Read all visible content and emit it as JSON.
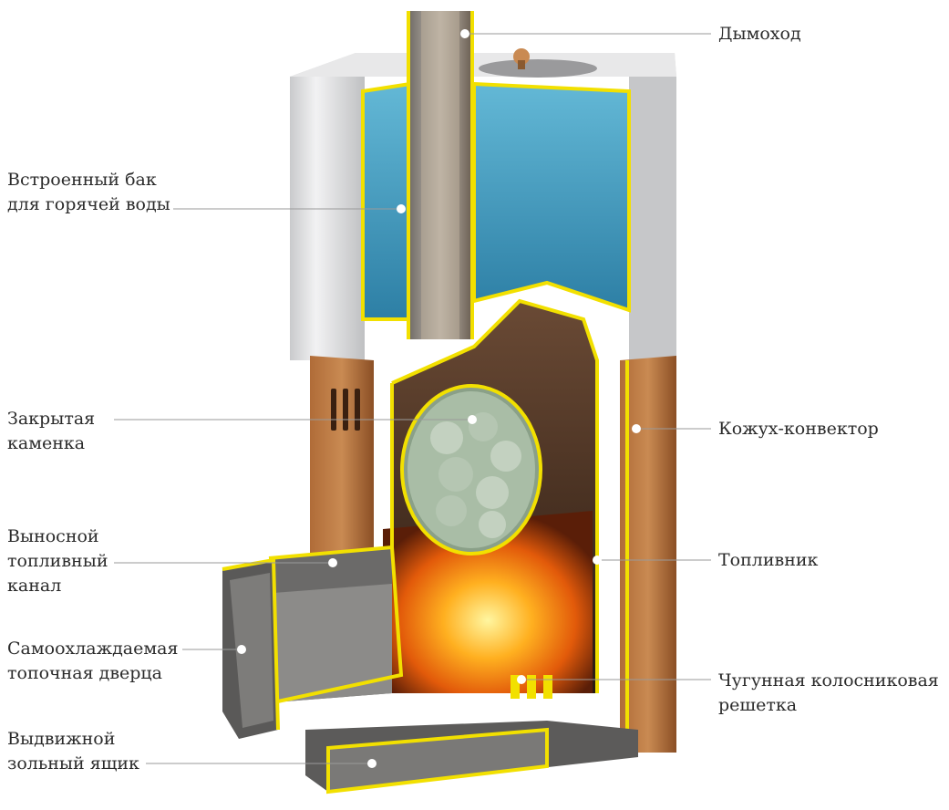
{
  "diagram": {
    "labels": {
      "chimney": "Дымоход",
      "water_tank": "Встроенный бак\nдля горячей воды",
      "closed_heater": "Закрытая\nкаменка",
      "casing_convector": "Кожух-конвектор",
      "remote_fuel_channel": "Выносной\nтопливный\nканал",
      "firebox": "Топливник",
      "self_cooling_door": "Самоохлаждаемая\nтопочная дверца",
      "cast_iron_grate": "Чугунная колосниковая\nрешетка",
      "ash_drawer": "Выдвижной\nзольный ящик"
    },
    "colors": {
      "outline_yellow": "#f2e000",
      "steel_light": "#d9dadc",
      "steel_dark": "#5d5c5c",
      "water_blue": "#3f95b8",
      "casing_brown": "#9a5a2c",
      "inner_dark": "#3b2415",
      "fire_orange": "#f07a12",
      "stones_green": "#9fb49c",
      "leader_line": "#9a9a9a"
    }
  }
}
